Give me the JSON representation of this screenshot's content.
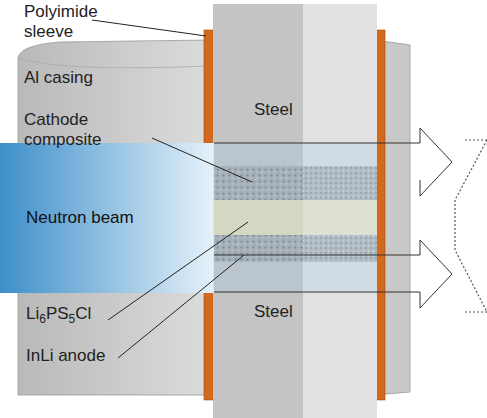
{
  "diagram": {
    "nodes": [
      {
        "text": [
          "Neutron beam"
        ]
      }
    ],
    "labels": [
      "Polyimide sleeve",
      "Al casing",
      "Cathode composite",
      "Steel",
      "Li6PS5Cl",
      "InLi anode",
      "Steel"
    ]
  }
}
